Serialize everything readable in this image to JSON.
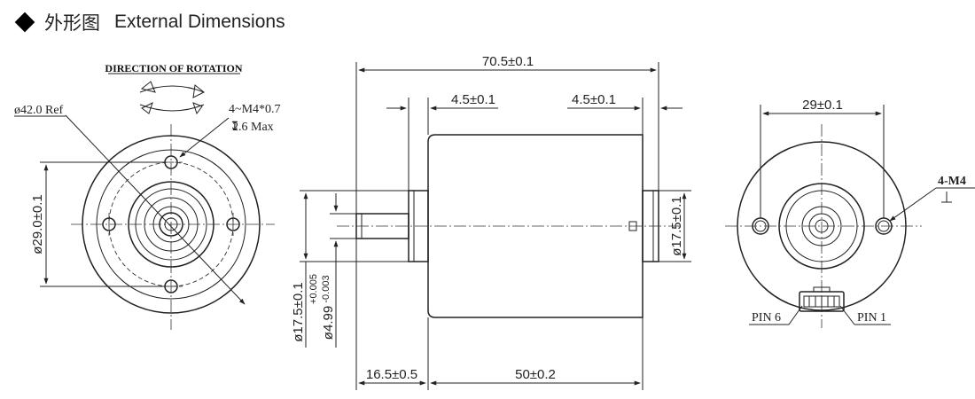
{
  "header": {
    "icon": "diamond-bullet-icon",
    "title_cn": "外形图",
    "title_en": "External Dimensions"
  },
  "front_view": {
    "rotation_label": "DIRECTION OF ROTATION",
    "outer_diameter": "ø42.0 Ref",
    "hole_spec_line1": "4~M4*0.7",
    "hole_spec_line2": "2.6 Max",
    "depth_symbol": "↧",
    "pitch_diameter": "ø29.0±0.1"
  },
  "side_view": {
    "total_length": "70.5±0.1",
    "flange_left": "4.5±0.1",
    "flange_right": "4.5±0.1",
    "shaft_length": "16.5±0.5",
    "body_length": "50±0.2",
    "boss_diameter_left": "ø17.5±0.1",
    "shaft_diameter": "ø4.99",
    "shaft_tol_upper": "+0.005",
    "shaft_tol_lower": "-0.003",
    "boss_diameter_right": "ø17.5±0.1"
  },
  "rear_view": {
    "hole_spacing": "29±0.1",
    "hole_spec": "4-M4",
    "pin_left": "PIN 6",
    "pin_right": "PIN 1"
  }
}
